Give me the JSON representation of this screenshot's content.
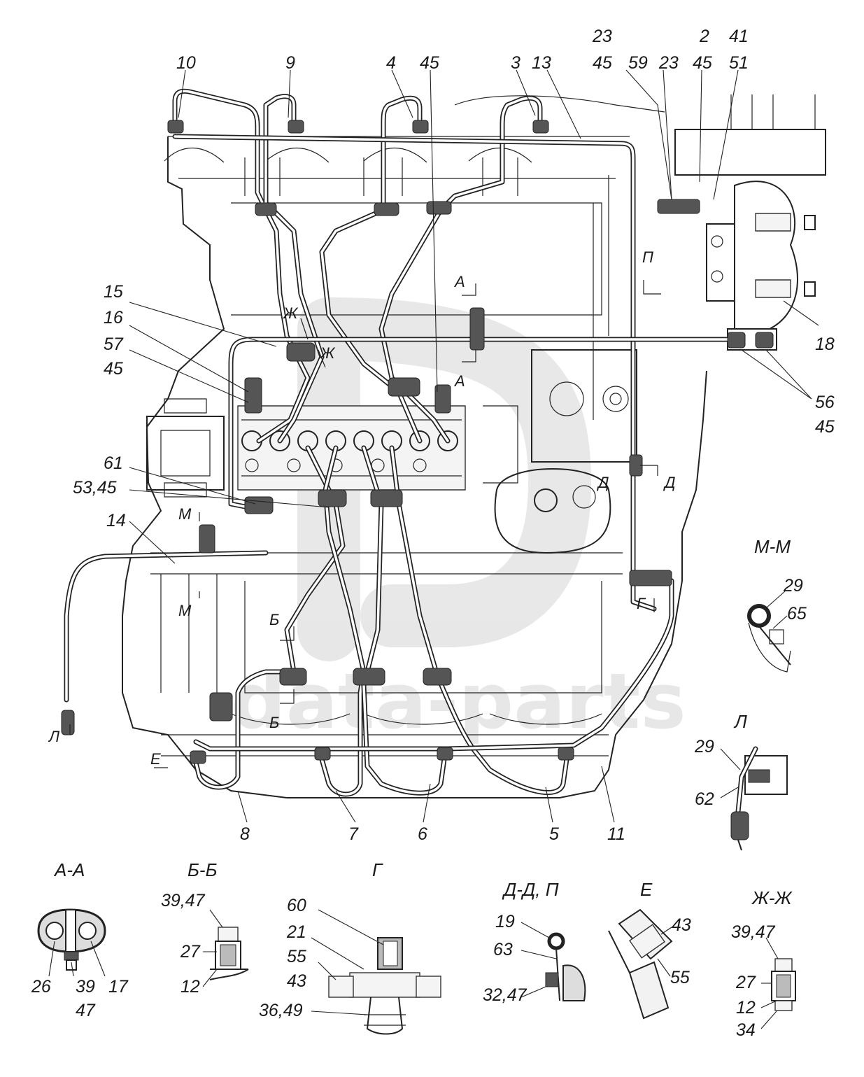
{
  "watermark": {
    "text": "data-parts",
    "color": "#bdbdbd"
  },
  "main_callouts": [
    {
      "id": "c10",
      "text": "10"
    },
    {
      "id": "c9",
      "text": "9"
    },
    {
      "id": "c4",
      "text": "4"
    },
    {
      "id": "c45a",
      "text": "45"
    },
    {
      "id": "c3",
      "text": "3"
    },
    {
      "id": "c13",
      "text": "13"
    },
    {
      "id": "c23a",
      "text": "23"
    },
    {
      "id": "c45b",
      "text": "45"
    },
    {
      "id": "c59",
      "text": "59"
    },
    {
      "id": "c23b",
      "text": "23"
    },
    {
      "id": "c2",
      "text": "2"
    },
    {
      "id": "c45c",
      "text": "45"
    },
    {
      "id": "c41",
      "text": "41"
    },
    {
      "id": "c51",
      "text": "51"
    },
    {
      "id": "c15",
      "text": "15"
    },
    {
      "id": "c16",
      "text": "16"
    },
    {
      "id": "c57",
      "text": "57"
    },
    {
      "id": "c45d",
      "text": "45"
    },
    {
      "id": "c18",
      "text": "18"
    },
    {
      "id": "c56",
      "text": "56"
    },
    {
      "id": "c45e",
      "text": "45"
    },
    {
      "id": "c61",
      "text": "61"
    },
    {
      "id": "c5345",
      "text": "53,45"
    },
    {
      "id": "c14",
      "text": "14"
    },
    {
      "id": "c8",
      "text": "8"
    },
    {
      "id": "c7",
      "text": "7"
    },
    {
      "id": "c6",
      "text": "6"
    },
    {
      "id": "c5",
      "text": "5"
    },
    {
      "id": "c11",
      "text": "11"
    }
  ],
  "section_marks": {
    "a_top": "А",
    "a_bottom": "А",
    "zh_top": "Ж",
    "zh_bottom": "Ж",
    "p": "П",
    "d_left": "Д",
    "d_right": "Д",
    "m_top": "М",
    "m_bottom": "М",
    "g": "Г",
    "b_top": "Б",
    "b_bottom": "Б",
    "l": "Л",
    "e": "Е"
  },
  "detail_views": {
    "mm": {
      "title": "М-М",
      "labels": [
        "29",
        "65"
      ]
    },
    "l": {
      "title": "Л",
      "labels": [
        "29",
        "62"
      ]
    },
    "aa": {
      "title": "А-А",
      "labels": [
        "26",
        "39",
        "47",
        "17"
      ]
    },
    "bb": {
      "title": "Б-Б",
      "labels": [
        "39,47",
        "27",
        "12"
      ]
    },
    "g": {
      "title": "Г",
      "labels": [
        "60",
        "21",
        "55",
        "43",
        "36,49"
      ]
    },
    "dd": {
      "title": "Д-Д, П",
      "labels": [
        "19",
        "63",
        "32,47"
      ]
    },
    "e": {
      "title": "Е",
      "labels": [
        "43",
        "55"
      ]
    },
    "zhzh": {
      "title": "Ж-Ж",
      "labels": [
        "39,47",
        "27",
        "12",
        "34"
      ]
    }
  }
}
